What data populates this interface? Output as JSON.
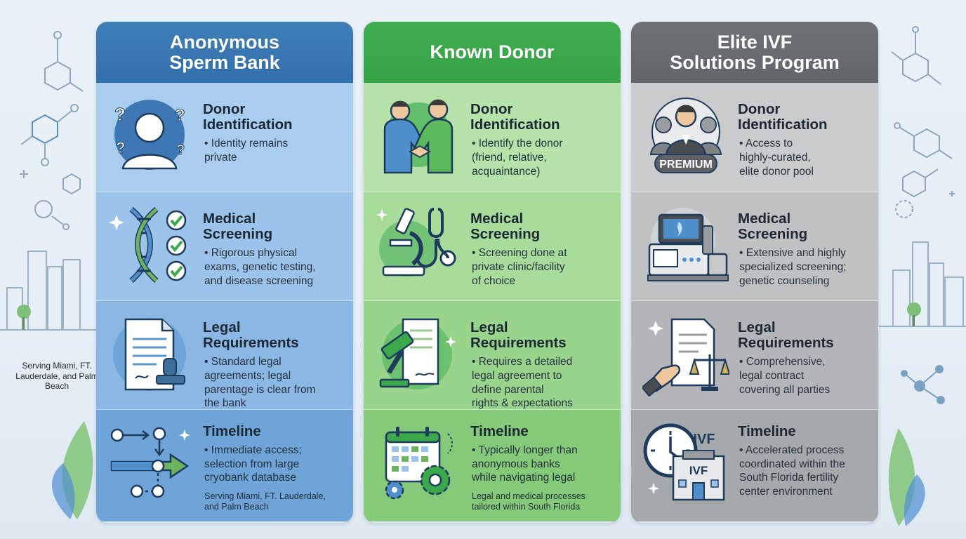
{
  "side_note": "Serving Miami,\nFT. Lauderdale,\nand Palm Beach",
  "columns": [
    {
      "title": "Anonymous\nSperm Bank",
      "rows": [
        {
          "title": "Donor\nIdentification",
          "desc": "Identity remains\nprivate",
          "icon": "anonymous-person-icon"
        },
        {
          "title": "Medical\nScreening",
          "desc": "Rigorous physical\nexams, genetic testing,\nand disease screening",
          "icon": "dna-checklist-icon"
        },
        {
          "title": "Legal\nRequirements",
          "desc": "Standard legal\nagreements; legal\nparentage is clear from\nthe bank",
          "icon": "document-stamp-icon"
        },
        {
          "title": "Timeline",
          "desc": "Immediate access;\nselection from large\ncryobank database",
          "note": "Serving Miami, FT. Lauderdale,\nand Palm Beach",
          "icon": "timeline-arrow-icon"
        }
      ]
    },
    {
      "title": "Known Donor",
      "rows": [
        {
          "title": "Donor\nIdentification",
          "desc": "Identify the donor\n(friend, relative,\nacquaintance)",
          "icon": "handshake-icon"
        },
        {
          "title": "Medical\nScreening",
          "desc": "Screening done at\nprivate clinic/facility\nof choice",
          "icon": "microscope-stethoscope-icon"
        },
        {
          "title": "Legal\nRequirements",
          "desc": "Requires a detailed\nlegal agreement to\ndefine parental\nrights & expectations",
          "icon": "gavel-document-icon"
        },
        {
          "title": "Timeline",
          "desc": "Typically longer than\nanonymous banks\nwhile navigating legal",
          "note": "Legal and medical processes\ntailored within South Florida",
          "icon": "calendar-gear-icon"
        }
      ]
    },
    {
      "title": "Elite IVF\nSolutions Program",
      "badge": "PREMIUM",
      "ivf_label": "IVF",
      "rows": [
        {
          "title": "Donor\nIdentification",
          "desc": "Access to\nhighly-curated,\nelite donor pool",
          "icon": "premium-donor-pool-icon"
        },
        {
          "title": "Medical\nScreening",
          "desc": "Extensive and highly\nspecialized screening;\ngenetic counseling",
          "icon": "lab-equipment-icon"
        },
        {
          "title": "Legal\nRequirements",
          "desc": "Comprehensive,\nlegal contract\ncovering all parties",
          "icon": "contract-scales-icon"
        },
        {
          "title": "Timeline",
          "desc": "Accelerated process\ncoordinated within the\nSouth Florida fertility\ncenter environment",
          "icon": "clock-clinic-icon"
        }
      ]
    }
  ],
  "colors": {
    "anonymous": "#3b7bb6",
    "known": "#3aa84b",
    "elite": "#686c70"
  }
}
